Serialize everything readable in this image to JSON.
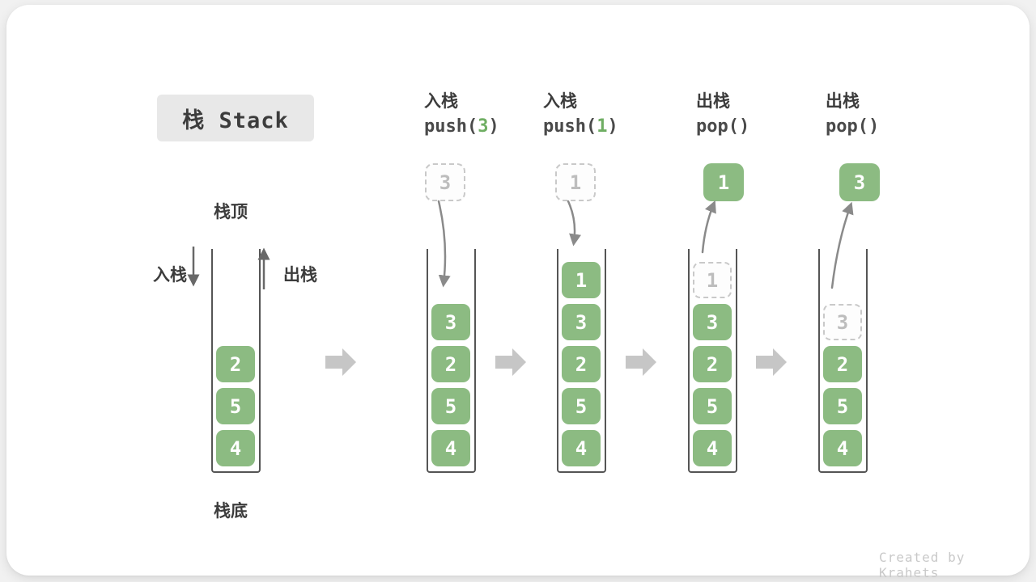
{
  "title": "栈 Stack",
  "watermark": "Created by Krahets",
  "annotations": {
    "stack_top": "栈顶",
    "stack_bottom": "栈底",
    "push": "入栈",
    "pop": "出栈"
  },
  "operations": [
    {
      "label": "入栈",
      "fn": "push(",
      "arg": "3",
      "close": ")"
    },
    {
      "label": "入栈",
      "fn": "push(",
      "arg": "1",
      "close": ")"
    },
    {
      "label": "出栈",
      "fn": "pop(",
      "arg": "",
      "close": ")"
    },
    {
      "label": "出栈",
      "fn": "pop(",
      "arg": "",
      "close": ")"
    }
  ],
  "floating": [
    "3",
    "1",
    "1",
    "3"
  ],
  "stacks": [
    {
      "blocks": [
        "2",
        "5",
        "4"
      ],
      "ghost_top": false
    },
    {
      "blocks": [
        "3",
        "2",
        "5",
        "4"
      ],
      "ghost_top": false
    },
    {
      "blocks": [
        "1",
        "3",
        "2",
        "5",
        "4"
      ],
      "ghost_top": false
    },
    {
      "blocks": [
        "1",
        "3",
        "2",
        "5",
        "4"
      ],
      "ghost_top": true
    },
    {
      "blocks": [
        "3",
        "2",
        "5",
        "4"
      ],
      "ghost_top": true
    }
  ],
  "colors": {
    "block_green": "#8cbb82",
    "accent_green": "#6fae63",
    "text_dark": "#3c3c3c",
    "wall": "#555555",
    "ghost_border": "#c9c9c9",
    "ghost_text": "#bdbdbd",
    "curve_arrow": "#8a8a8a",
    "flow_arrow": "#c6c6c6",
    "title_bg": "#e8e8e8",
    "watermark_gray": "#c9c9c9"
  }
}
